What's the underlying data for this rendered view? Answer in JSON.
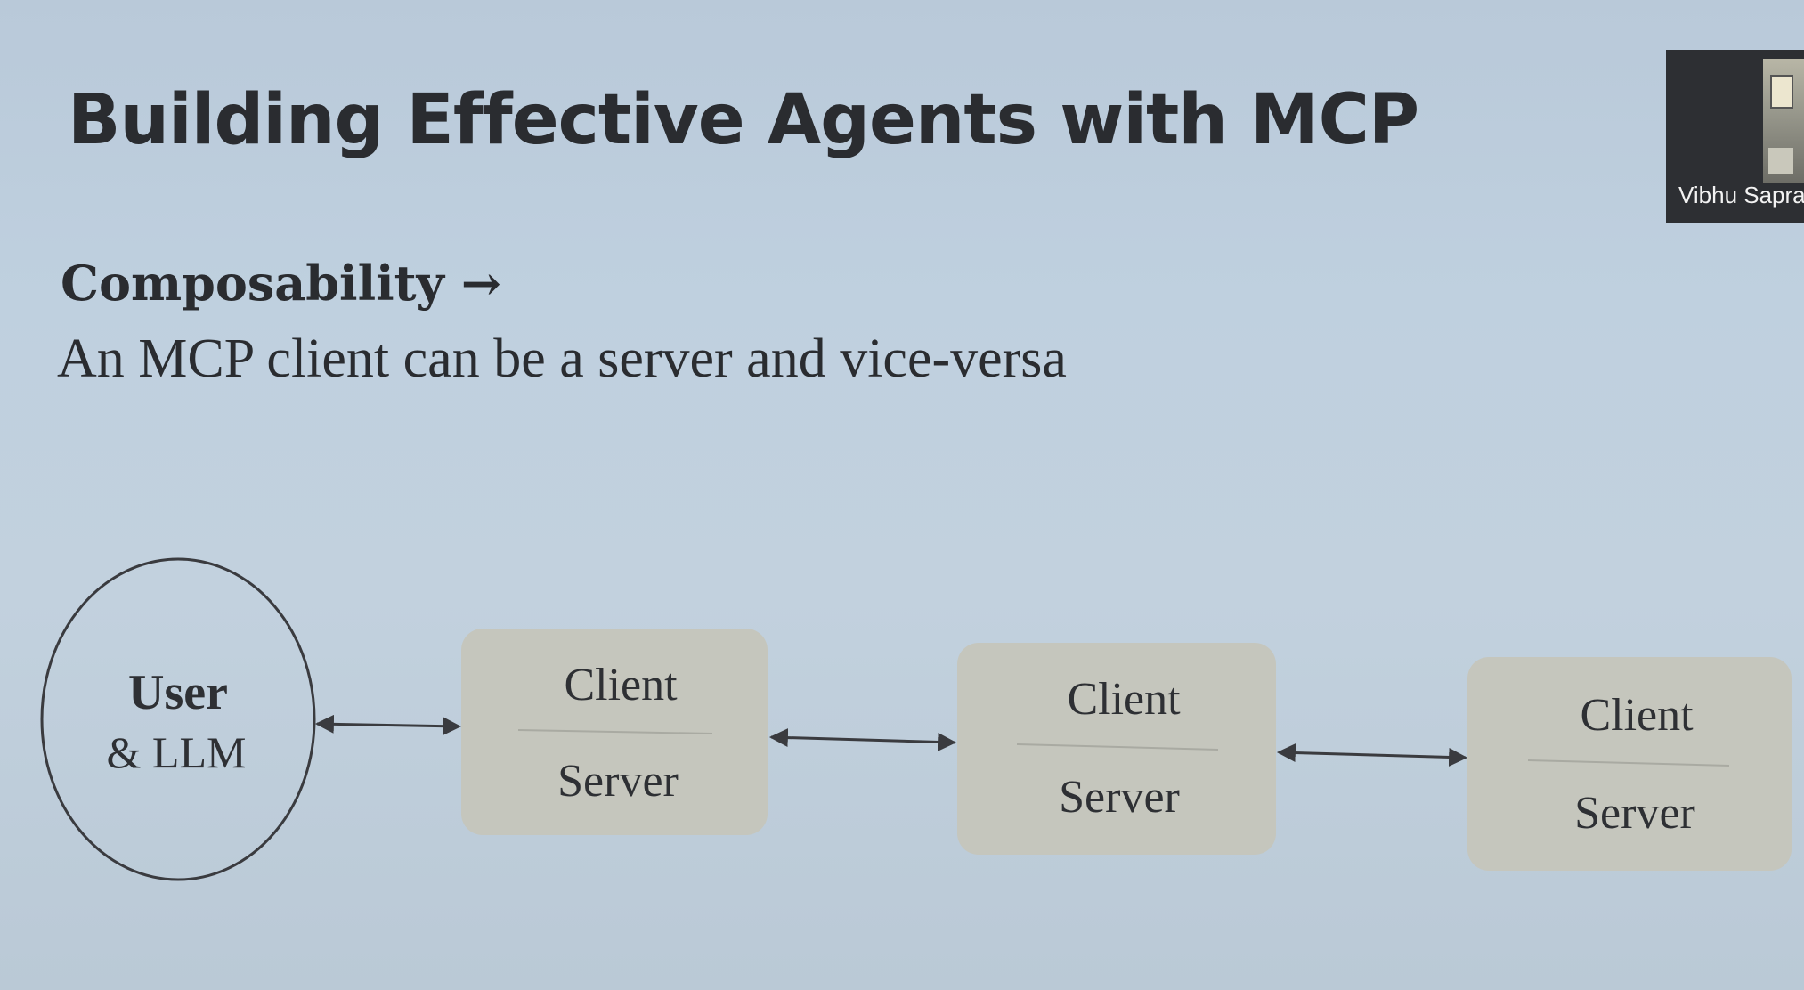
{
  "slide": {
    "title": "Building Effective Agents with MCP",
    "heading": "Composability →",
    "subtitle": "An MCP client can be a server and vice-versa"
  },
  "diagram": {
    "user_node": {
      "line1": "User",
      "line2": "& LLM"
    },
    "boxes": [
      {
        "top": "Client",
        "bottom": "Server"
      },
      {
        "top": "Client",
        "bottom": "Server"
      },
      {
        "top": "Client",
        "bottom": "Server"
      }
    ]
  },
  "webcam": {
    "name": "Vibhu Sapra"
  },
  "colors": {
    "background": "#bfd0df",
    "box_fill": "#c5c6bd",
    "text": "#2a2c30",
    "line": "#3a3b3f"
  }
}
